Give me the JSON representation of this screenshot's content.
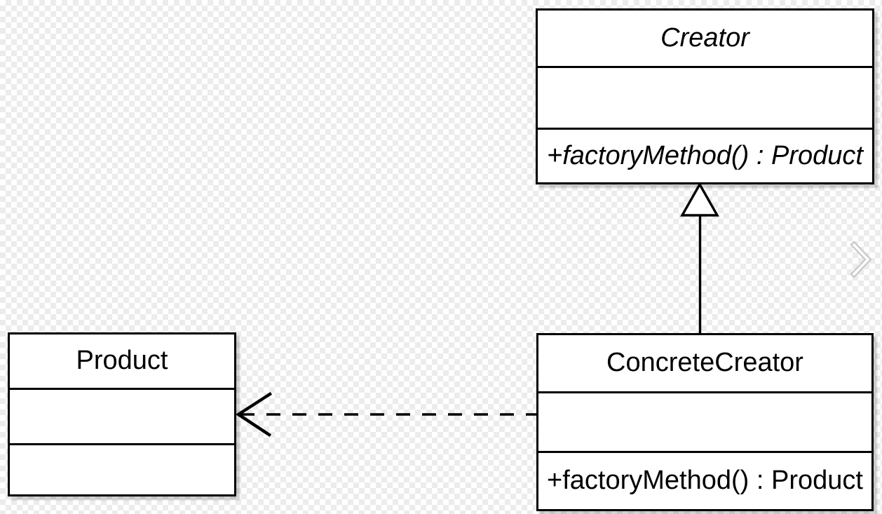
{
  "viewer": {
    "next_icon": "chevron-right"
  },
  "classes": {
    "creator": {
      "name": "Creator",
      "stereotype": "abstract",
      "attributes_text": "",
      "method_text": "+factoryMethod() : Product"
    },
    "product": {
      "name": "Product",
      "attributes_text": "",
      "method_text": ""
    },
    "concrete_creator": {
      "name": "ConcreteCreator",
      "attributes_text": "",
      "method_text": "+factoryMethod() : Product"
    }
  },
  "relationships": [
    {
      "type": "generalization",
      "from": "ConcreteCreator",
      "to": "Creator",
      "line": "solid",
      "arrowhead": "hollow-triangle"
    },
    {
      "type": "dependency",
      "from": "ConcreteCreator",
      "to": "Product",
      "line": "dashed",
      "arrowhead": "open"
    }
  ],
  "colors": {
    "stroke": "#000000",
    "shape_fill": "#ffffff",
    "checker_light": "#ffffff",
    "checker_dark": "#ececec",
    "chevron": "#c8c8c8"
  }
}
